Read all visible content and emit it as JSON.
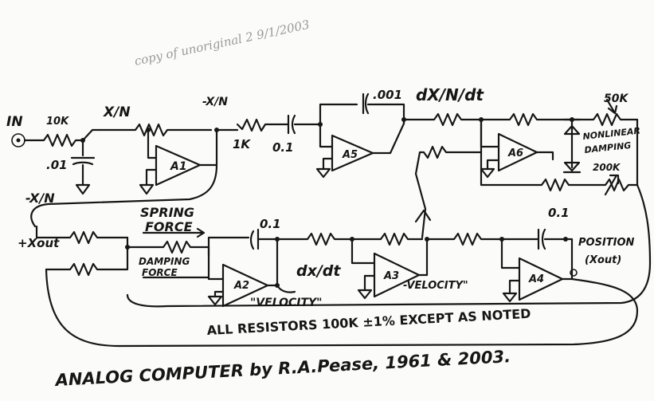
{
  "note": "copy of unoriginal 2 9/1/2003",
  "labels": {
    "in": "IN",
    "r_in": "10K",
    "c_in": ".01",
    "x_in": "X/N",
    "minus_x_in_top": "-X/N",
    "minus_x_in_left": "-X/N",
    "a1": "A1",
    "r_1k": "1K",
    "c_01_top": "0.1",
    "c_001": ".001",
    "dxin_dt": "dX/N/dt",
    "a5": "A5",
    "a6": "A6",
    "pot_50k": "50K",
    "nonlinear": "NONLINEAR",
    "damping": "DAMPING",
    "r_200k": "200K",
    "spring": "SPRING",
    "force": "FORCE",
    "plus_xout": "+Xout",
    "damping_force_1": "DAMPING",
    "damping_force_2": "FORCE",
    "c_a2": "0.1",
    "a2": "A2",
    "dx_dt": "dx/dt",
    "velocity": "\"VELOCITY\"",
    "a3": "A3",
    "minus_velocity": "-VELOCITY\"",
    "c_a4": "0.1",
    "a4": "A4",
    "position": "POSITION",
    "xout": "(Xout)",
    "all_resistors": "ALL RESISTORS 100K ±1% EXCEPT AS NOTED",
    "title": "ANALOG COMPUTER by R.A.Pease, 1961 & 2003."
  }
}
